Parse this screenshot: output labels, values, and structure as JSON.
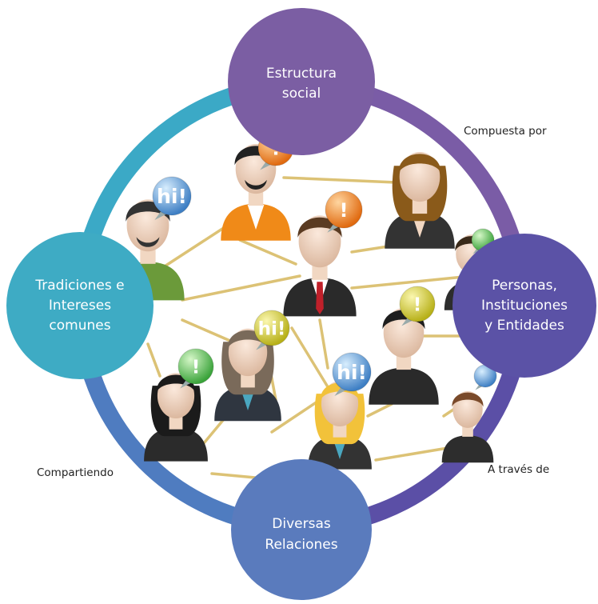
{
  "nodes": {
    "top": {
      "lines": [
        "Estructura",
        "social"
      ],
      "color": "#7b5ea3"
    },
    "right": {
      "lines": [
        "Personas,",
        "Instituciones",
        "y Entidades"
      ],
      "color": "#5b52a6"
    },
    "bottom": {
      "lines": [
        "Diversas",
        "Relaciones"
      ],
      "color": "#5a7bbd"
    },
    "left": {
      "lines": [
        "Tradiciones e",
        "Intereses",
        "comunes"
      ],
      "color": "#3eabc4"
    }
  },
  "edges": {
    "top_right": "Compuesta por",
    "right_bottom": "A través de",
    "bottom_left": "Compartiendo"
  },
  "ring_colors": {
    "top_right": "#7a5ca6",
    "right_bottom": "#5b4fa6",
    "bottom_left": "#4f7cc0",
    "left_top": "#3ba9c6"
  },
  "bubbles": {
    "hi": "hi!",
    "alert": "!"
  },
  "palette": {
    "link_line": "#dcc275",
    "skin": "#f1d7c2",
    "suit": "#2a2a2a"
  }
}
